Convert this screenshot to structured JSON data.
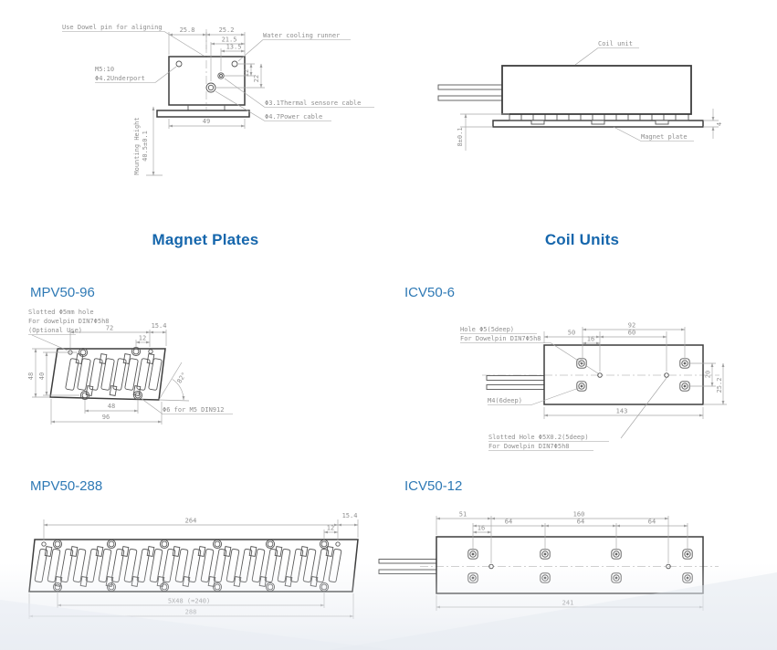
{
  "titles": {
    "magnet_plates": "Magnet Plates",
    "coil_units": "Coil Units",
    "mpv96": "MPV50-96",
    "icv6": "ICV50-6",
    "mpv288": "MPV50-288",
    "icv12": "ICV50-12"
  },
  "colors": {
    "accent": "#1566ac",
    "model_blue": "#2e79b5",
    "outline": "#3d3d3d",
    "dim_line": "#a6a6a6"
  },
  "front": {
    "labels": {
      "dowel": "Use Dowel pin for aligning",
      "water": "Water cooling runner",
      "thread": "M5:10",
      "underport": "Φ4.2Underport",
      "thermal": "Φ3.1Thermal sensore cable",
      "power": "Φ4.7Power cable",
      "mount1": "Mounting Height",
      "mount2": "40.5±0.1"
    },
    "dims": {
      "w_left": "25.8",
      "w_right": "25.2",
      "d215": "21.5",
      "d135": "13.5",
      "d12": "12",
      "d22": "22",
      "d49": "49"
    }
  },
  "side": {
    "labels": {
      "coil": "Coil unit",
      "plate": "Magnet plate"
    },
    "dims": {
      "gap": "8±0.1",
      "thick": "4"
    }
  },
  "mpv96": {
    "note1": "Slotted Φ5mm hole",
    "note2": "For dowelpin DIN7Φ5h8",
    "note3": "(Optional Use)",
    "screw": "Φ6 for M5 DIN912",
    "dims": {
      "d72": "72",
      "d154": "15.4",
      "d12": "12",
      "h48": "48",
      "h40": "40",
      "b48": "48",
      "b96": "96",
      "angle": "82°"
    }
  },
  "icv6": {
    "hole1": "Hole Φ5(5deep)",
    "hole2": "For Dowelpin DIN7Φ5h8",
    "m4": "M4(6deep)",
    "slot1": "Slotted Hole Φ5X0.2(5deep)",
    "slot2": "For Dowelpin DIN7Φ5h8",
    "dims": {
      "d92": "92",
      "d50": "50",
      "d60": "60",
      "d16": "16",
      "d20": "20",
      "d252": "25.2",
      "d143": "143"
    }
  },
  "mpv288": {
    "dims": {
      "d264": "264",
      "d154": "15.4",
      "d12": "12",
      "d240": "5X48 (=240)",
      "d288": "288"
    }
  },
  "icv12": {
    "dims": {
      "d51": "51",
      "d160": "160",
      "d64": [
        "64",
        "64",
        "64"
      ],
      "d16": "16",
      "d241": "241"
    }
  }
}
